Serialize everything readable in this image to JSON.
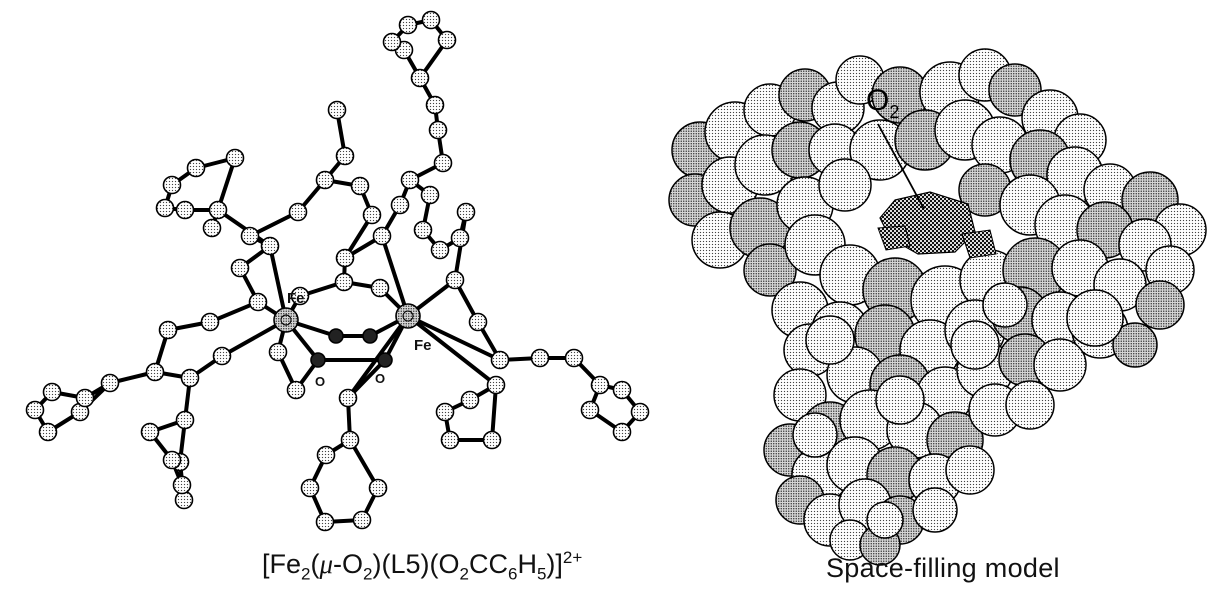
{
  "left_panel": {
    "caption_parts": {
      "open": "[Fe",
      "sub_2a": "2",
      "mid1": "(",
      "mu": "μ",
      "mid2": "-O",
      "sub_2b": "2",
      "mid3": ")(L5)(O",
      "sub_2c": "2",
      "mid4": "CC",
      "sub_6": "6",
      "mid5": "H",
      "sub_5": "5",
      "close": ")]",
      "charge": "2+"
    },
    "atom_labels": {
      "fe_left": "Fe",
      "fe_right": "Fe",
      "o_left": "O",
      "o_right": "O"
    }
  },
  "right_panel": {
    "o2_label_main": "O",
    "o2_label_sub": "2",
    "caption": "Space-filling model"
  },
  "colors": {
    "ink": "#000000",
    "atom_fill": "#d8d8d8",
    "sphere_light": "#ececec",
    "sphere_mid": "#c9c9c9",
    "o2_dark": "#2a2a2a"
  }
}
